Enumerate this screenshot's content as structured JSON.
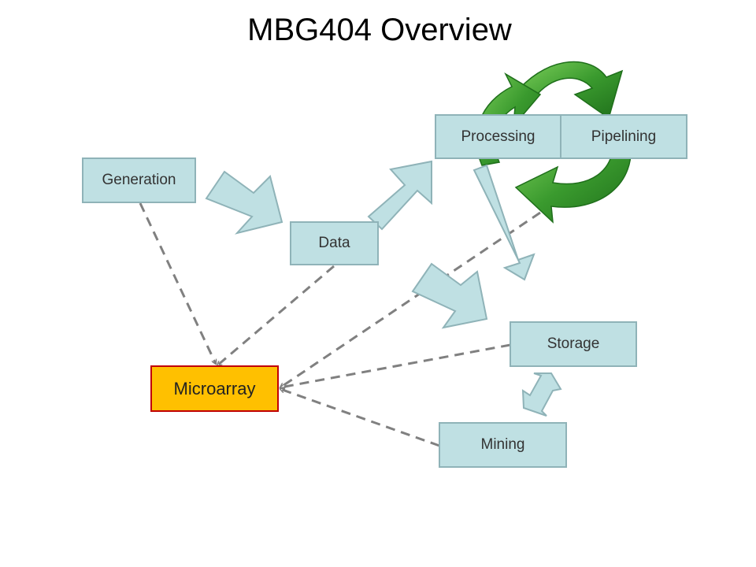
{
  "title": "MBG404 Overview",
  "nodes": {
    "generation": "Generation",
    "data": "Data",
    "processing": "Processing",
    "pipelining": "Pipelining",
    "storage": "Storage",
    "mining": "Mining",
    "microarray": "Microarray"
  },
  "colors": {
    "box_fill": "#bfe0e3",
    "box_border": "#8fb3b8",
    "highlight_fill": "#ffc000",
    "highlight_border": "#c00000",
    "dashed_line": "#808080",
    "cycle_arrows": "#3a9a2e"
  },
  "icons": [
    "recycle-arrows-icon"
  ]
}
